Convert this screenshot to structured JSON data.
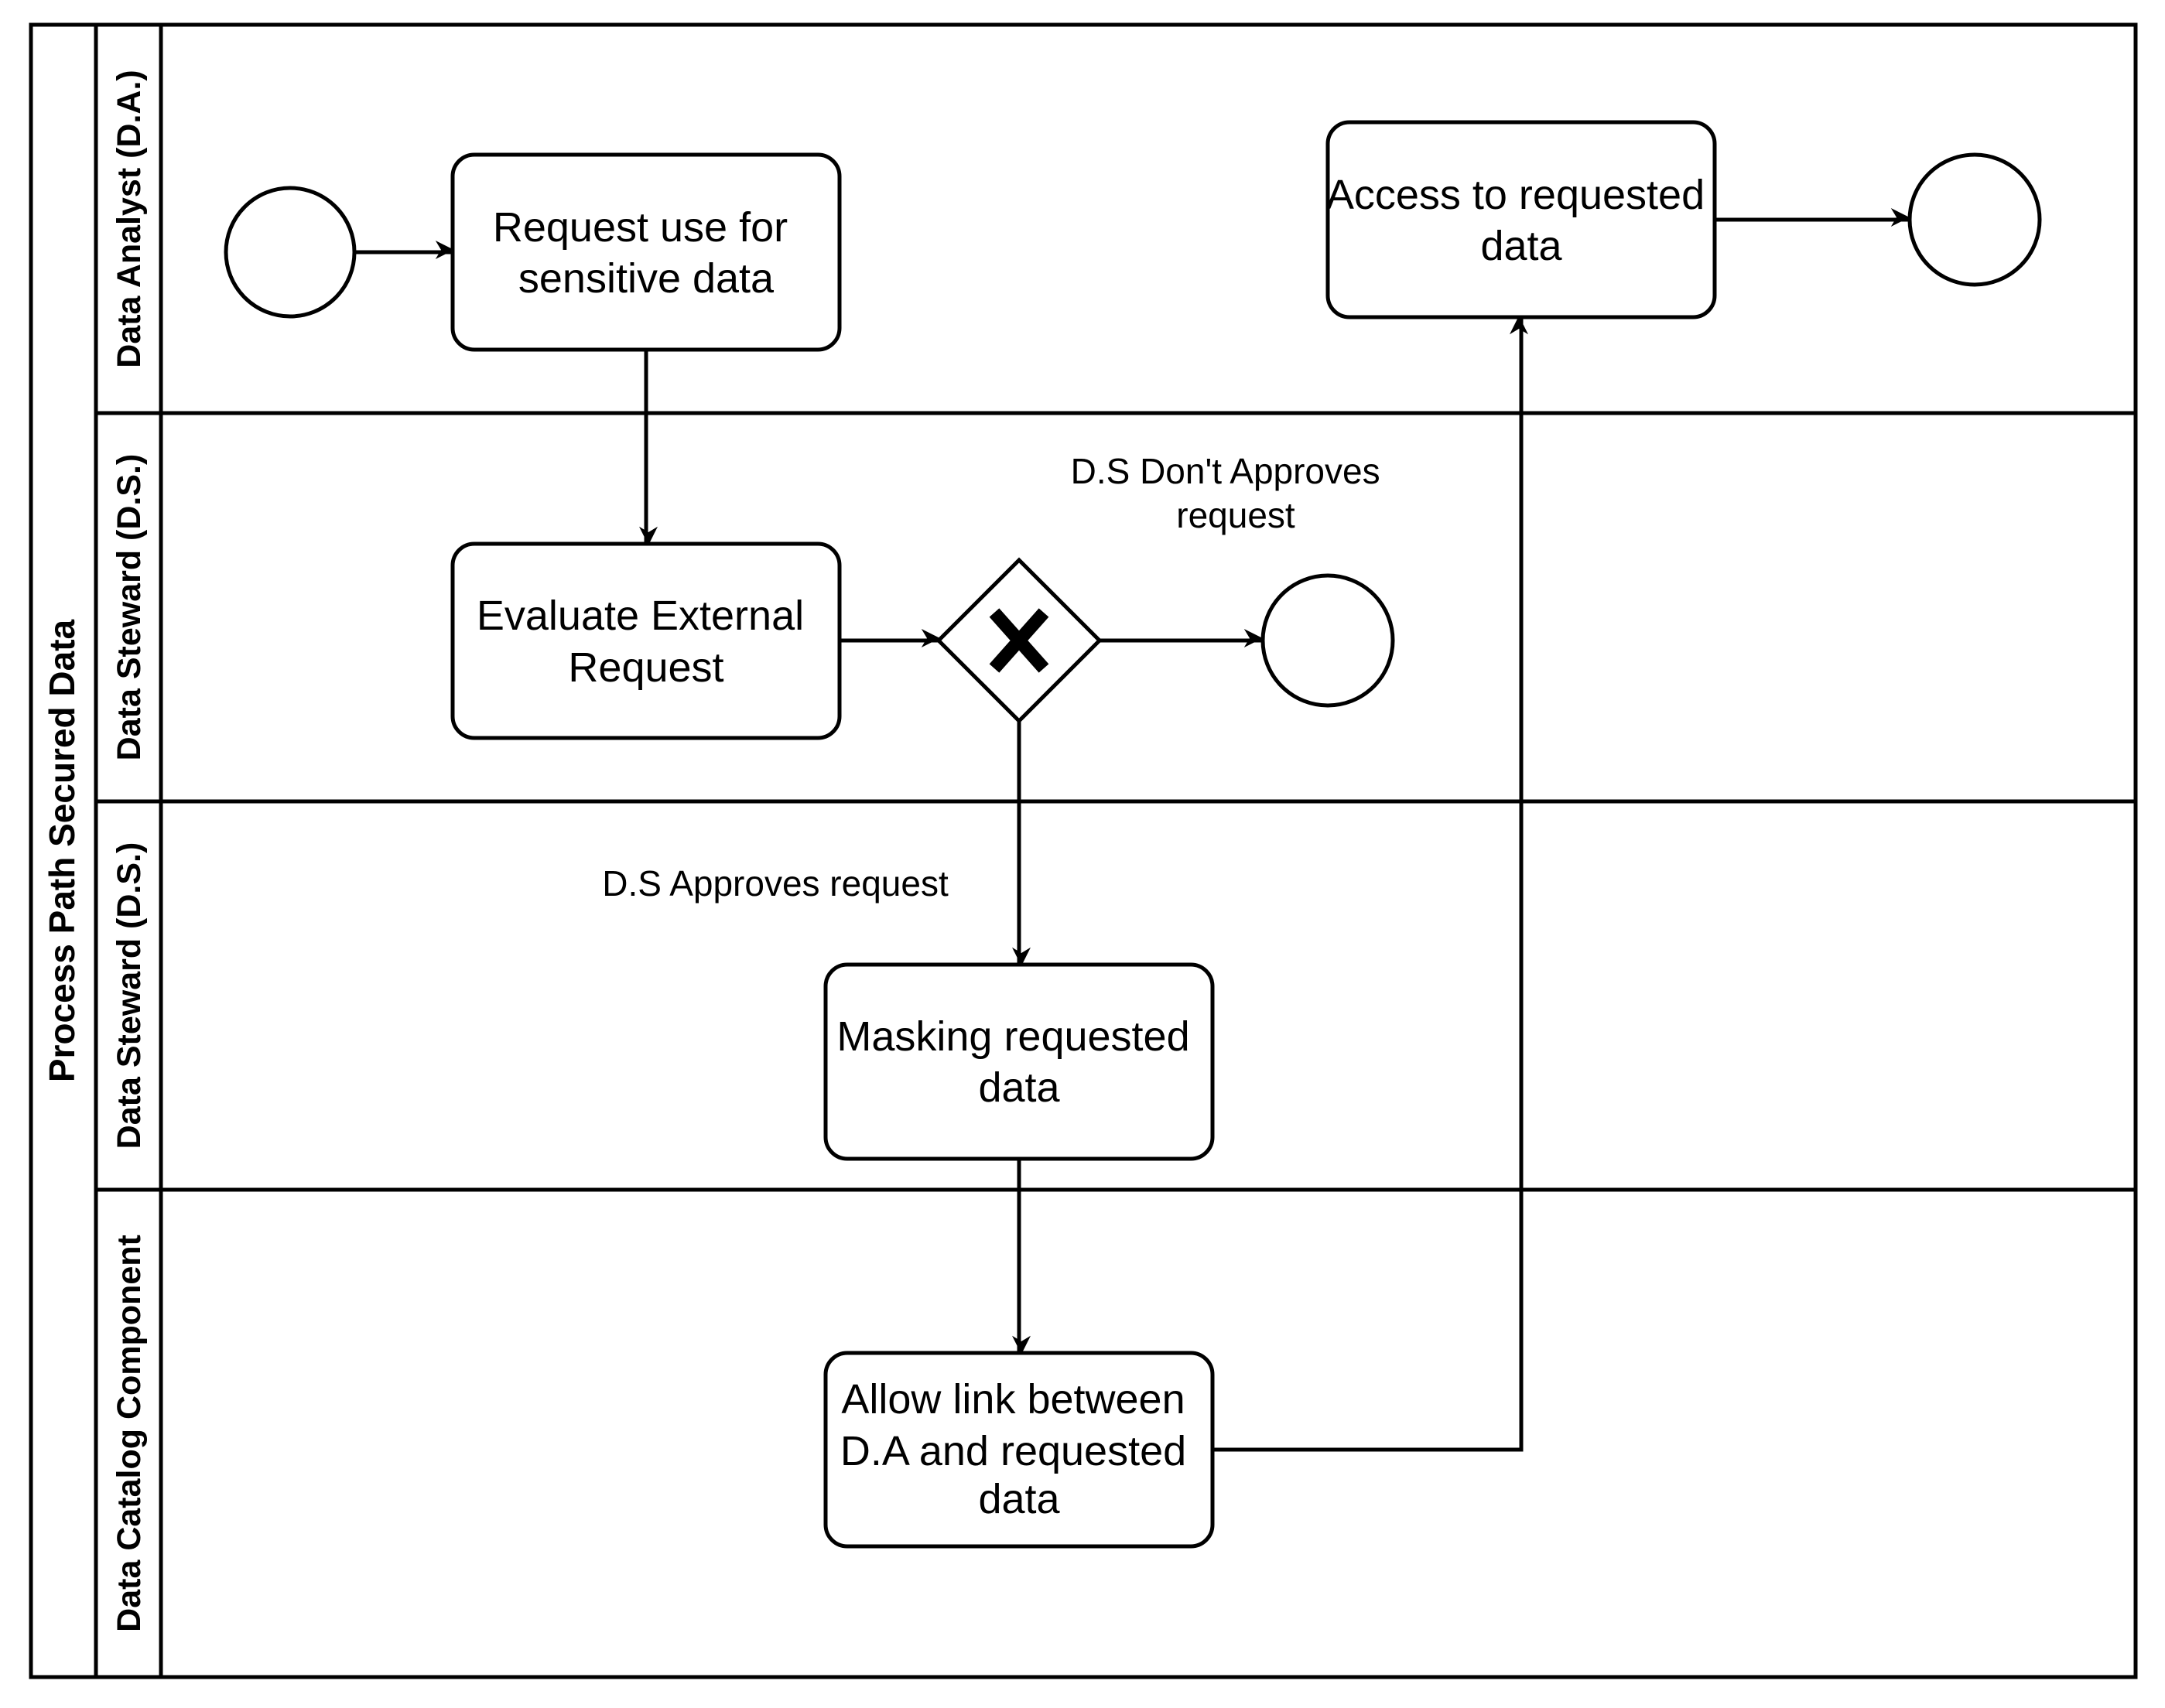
{
  "pool": {
    "title": "Process Path Secured Data"
  },
  "lanes": [
    {
      "id": "da",
      "label": "Data Analyst (D.A.)"
    },
    {
      "id": "ds1",
      "label": "Data Steward (D.S.)"
    },
    {
      "id": "ds2",
      "label": "Data Steward (D.S.)"
    },
    {
      "id": "dc",
      "label": "Data Catalog Component"
    }
  ],
  "tasks": {
    "request": [
      "Request use for",
      "sensitive data"
    ],
    "evaluate": [
      "Evaluate External",
      "Request"
    ],
    "masking": [
      "Masking requested",
      "data"
    ],
    "allow": [
      "Allow link between",
      "D.A and requested",
      "data"
    ],
    "access": [
      "Access to requested",
      "data"
    ]
  },
  "labels": {
    "not_approved": [
      "D.S Don't Approves",
      "request"
    ],
    "approved": "D.S Approves request"
  },
  "events": {
    "start": "start-event",
    "end_rejected": "end-event",
    "end_access": "end-event"
  },
  "gateway": {
    "type": "exclusive",
    "icon": "x-icon"
  }
}
